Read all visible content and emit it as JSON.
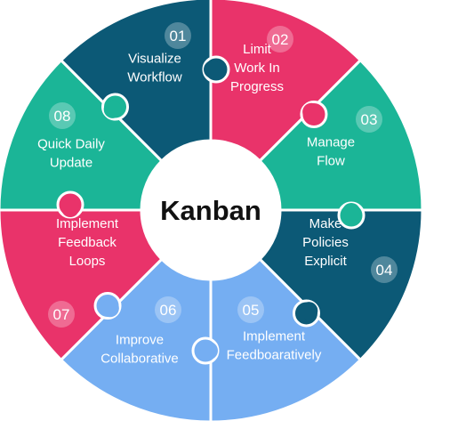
{
  "center": {
    "title": "Kanban"
  },
  "segments": [
    {
      "number": "01",
      "lines": [
        "Visualize",
        "Workflow"
      ],
      "color": "#E9336A"
    },
    {
      "number": "02",
      "lines": [
        "Limit",
        "Work In",
        "Progress"
      ],
      "color": "#1BB597"
    },
    {
      "number": "03",
      "lines": [
        "Manage",
        "Flow"
      ],
      "color": "#0C5976"
    },
    {
      "number": "04",
      "lines": [
        "Make",
        "Policies",
        "Explicit"
      ],
      "color": "#75AEF2"
    },
    {
      "number": "05",
      "lines": [
        "Implement",
        "Feedboaratively"
      ],
      "color": "#75AEF2"
    },
    {
      "number": "06",
      "lines": [
        "Improve",
        "Collaborative"
      ],
      "color": "#E9336A"
    },
    {
      "number": "07",
      "lines": [
        "Implement",
        "Feedback",
        "Loops"
      ],
      "color": "#1BB597"
    },
    {
      "number": "08",
      "lines": [
        "Quick Daily",
        "Update"
      ],
      "color": "#0C5976"
    }
  ],
  "colors": {
    "background": "#FFFFFF",
    "separator": "#FFFFFF",
    "center_text": "#111111"
  }
}
